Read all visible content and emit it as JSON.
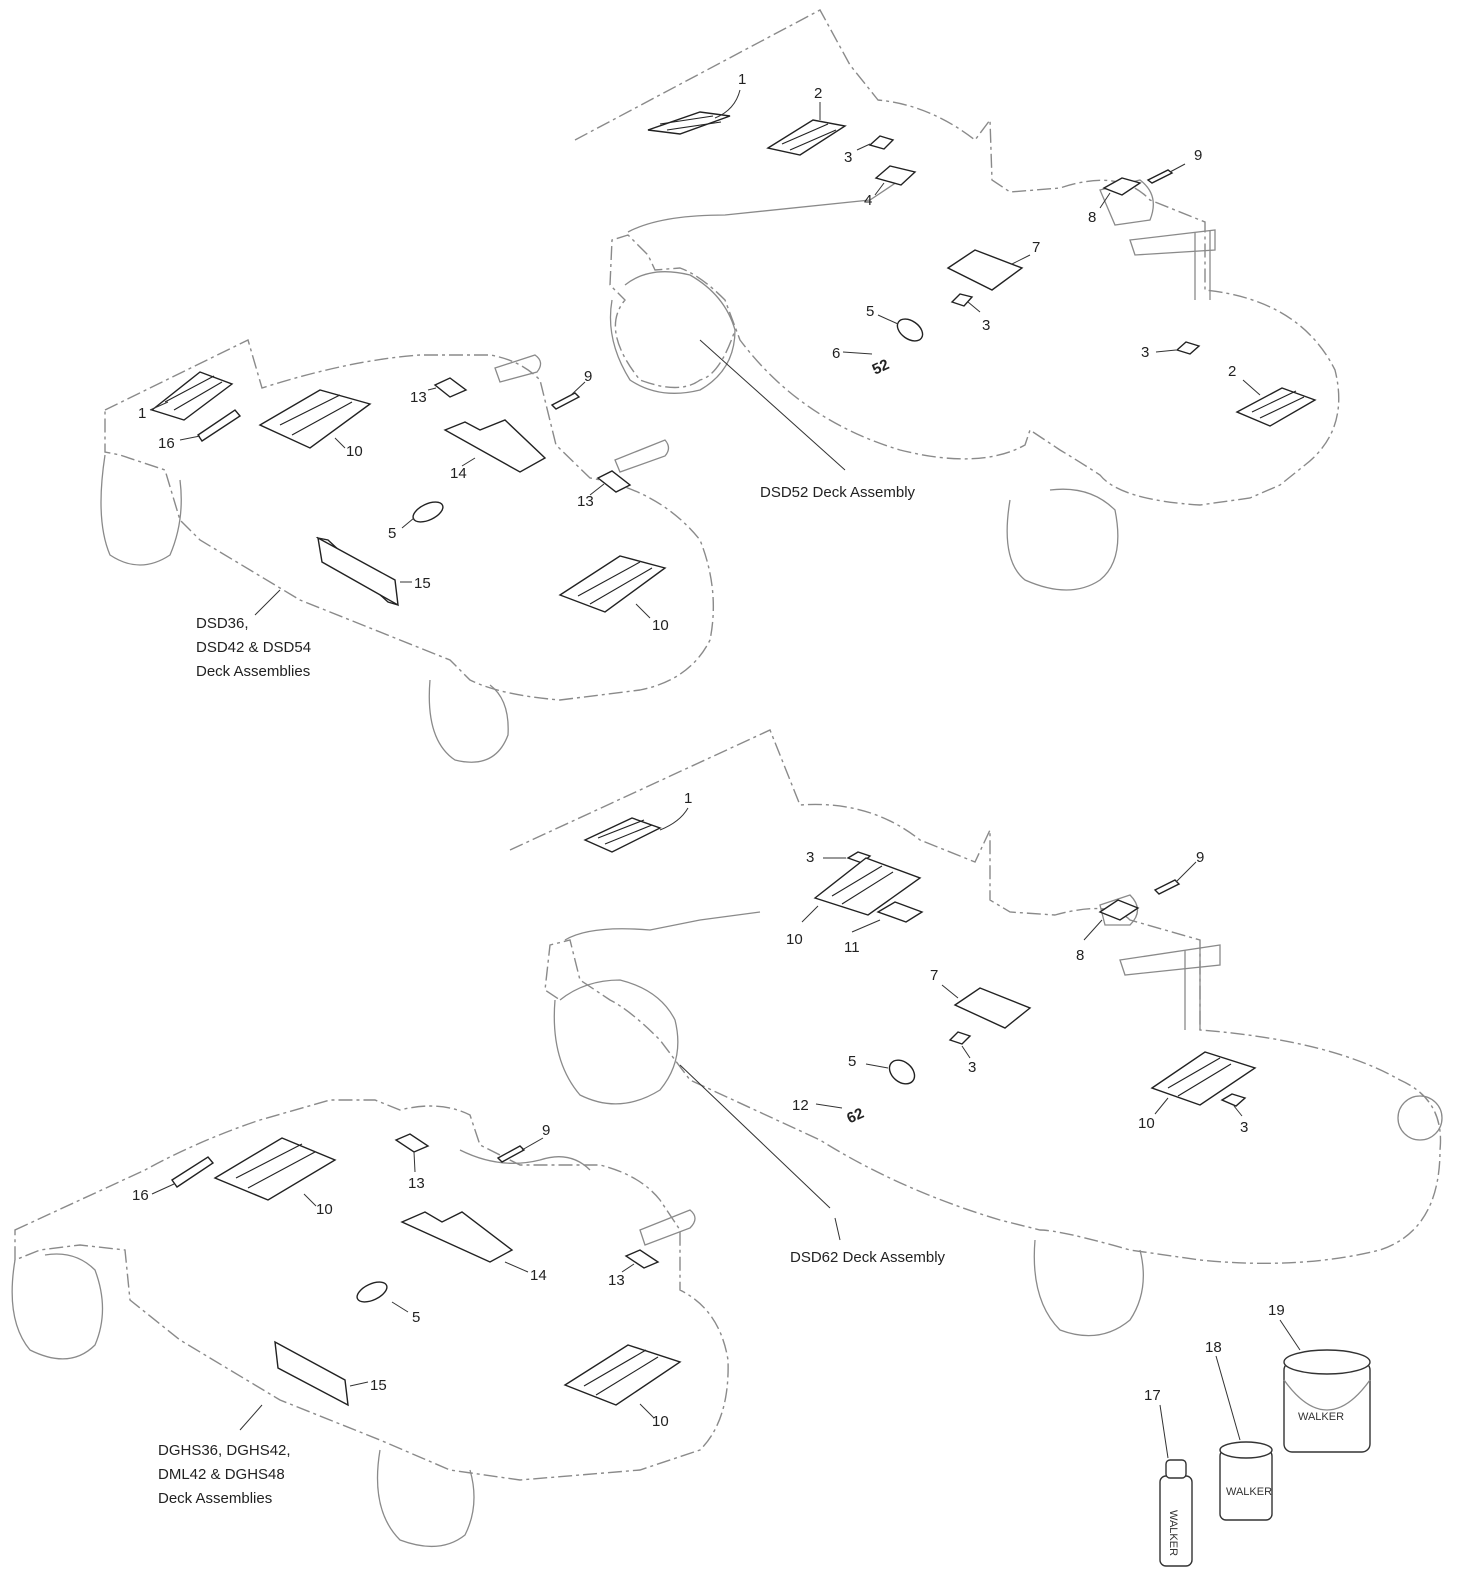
{
  "callouts": [
    "1",
    "2",
    "3",
    "4",
    "5",
    "6",
    "7",
    "8",
    "9",
    "10",
    "11",
    "12",
    "13",
    "14",
    "15",
    "16",
    "17",
    "18",
    "19"
  ],
  "captions": {
    "dsd52": "DSD52 Deck Assembly",
    "dsd36": [
      "DSD36,",
      "DSD42 & DSD54",
      "Deck Assemblies"
    ],
    "dsd62": "DSD62 Deck Assembly",
    "dghs": [
      "DGHS36, DGHS42,",
      "DML42 & DGHS48",
      "Deck Assemblies"
    ]
  },
  "decal_numbers": {
    "deck52": "52",
    "deck62": "62"
  },
  "paint_label": "WALKER"
}
